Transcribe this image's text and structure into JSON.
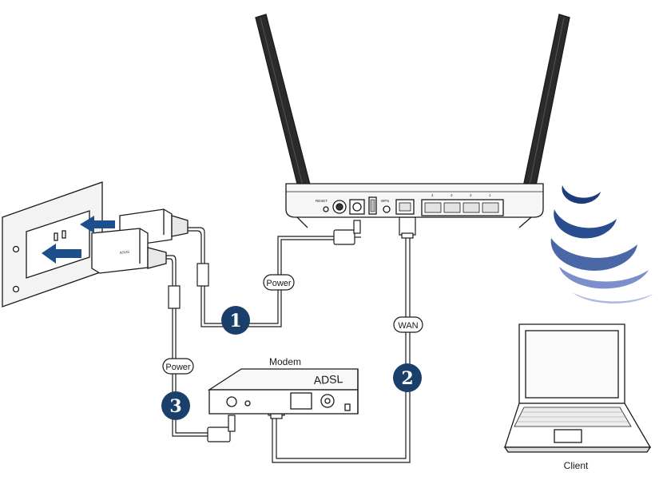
{
  "labels": {
    "cable_1": "Power",
    "cable_2": "WAN",
    "cable_3": "Power",
    "modem": "Modem",
    "modem_brand": "ADSL",
    "client": "Client",
    "adapter_brand": "ASUS",
    "router_reset": "RESET",
    "router_wps": "WPS",
    "router_lan_ports": [
      "4",
      "3",
      "2",
      "1"
    ]
  },
  "steps": [
    "1",
    "2",
    "3"
  ],
  "colors": {
    "step_badge": "#1b3f6b",
    "arrow_blue": "#1c4f8c",
    "wifi_dark": "#1c3d7a",
    "wifi_light": "#aeb8e3",
    "line": "#1a1a1a"
  }
}
